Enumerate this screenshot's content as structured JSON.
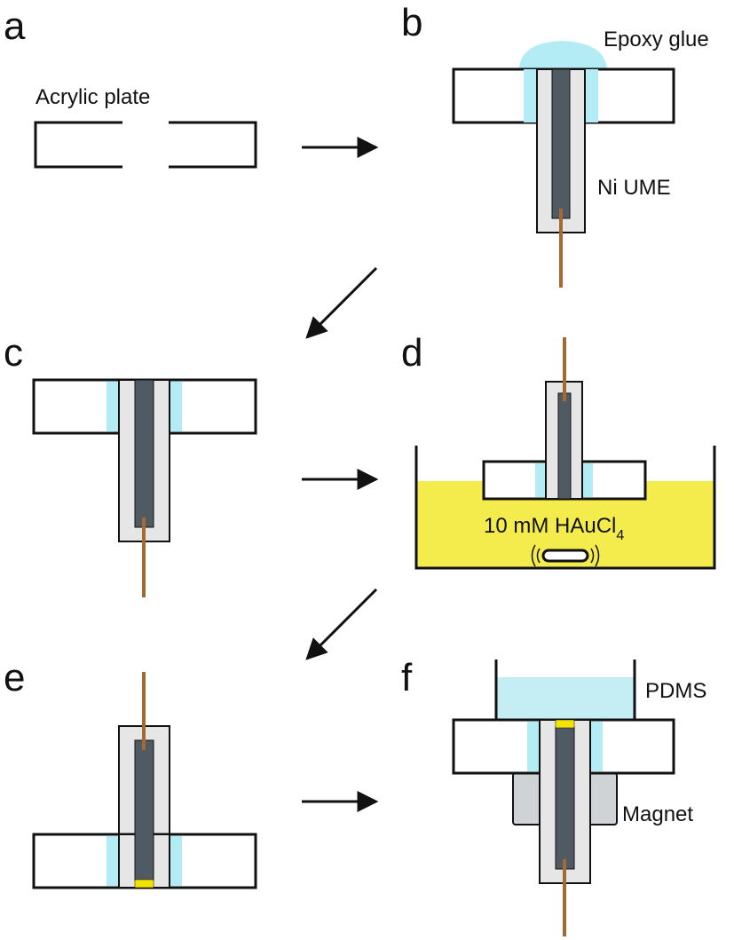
{
  "panels": {
    "a": {
      "letter": "a",
      "plate_label": "Acrylic plate"
    },
    "b": {
      "letter": "b",
      "glue_label": "Epoxy glue",
      "electrode_label": "Ni UME"
    },
    "c": {
      "letter": "c"
    },
    "d": {
      "letter": "d",
      "solution_label_main": "10 mM HAuCl",
      "solution_label_sub": "4"
    },
    "e": {
      "letter": "e"
    },
    "f": {
      "letter": "f",
      "pdms_label": "PDMS",
      "magnet_label": "Magnet"
    }
  },
  "colors": {
    "outline": "#111111",
    "epoxy": "#b3ecf5",
    "sheath": "#e6e6e6",
    "core": "#4f5a63",
    "wire": "#a46a35",
    "gold_solution": "#f3ec4c",
    "gold_tip": "#f2e400",
    "pdms": "#c4eef4",
    "magnet": "#d0d3d5"
  }
}
